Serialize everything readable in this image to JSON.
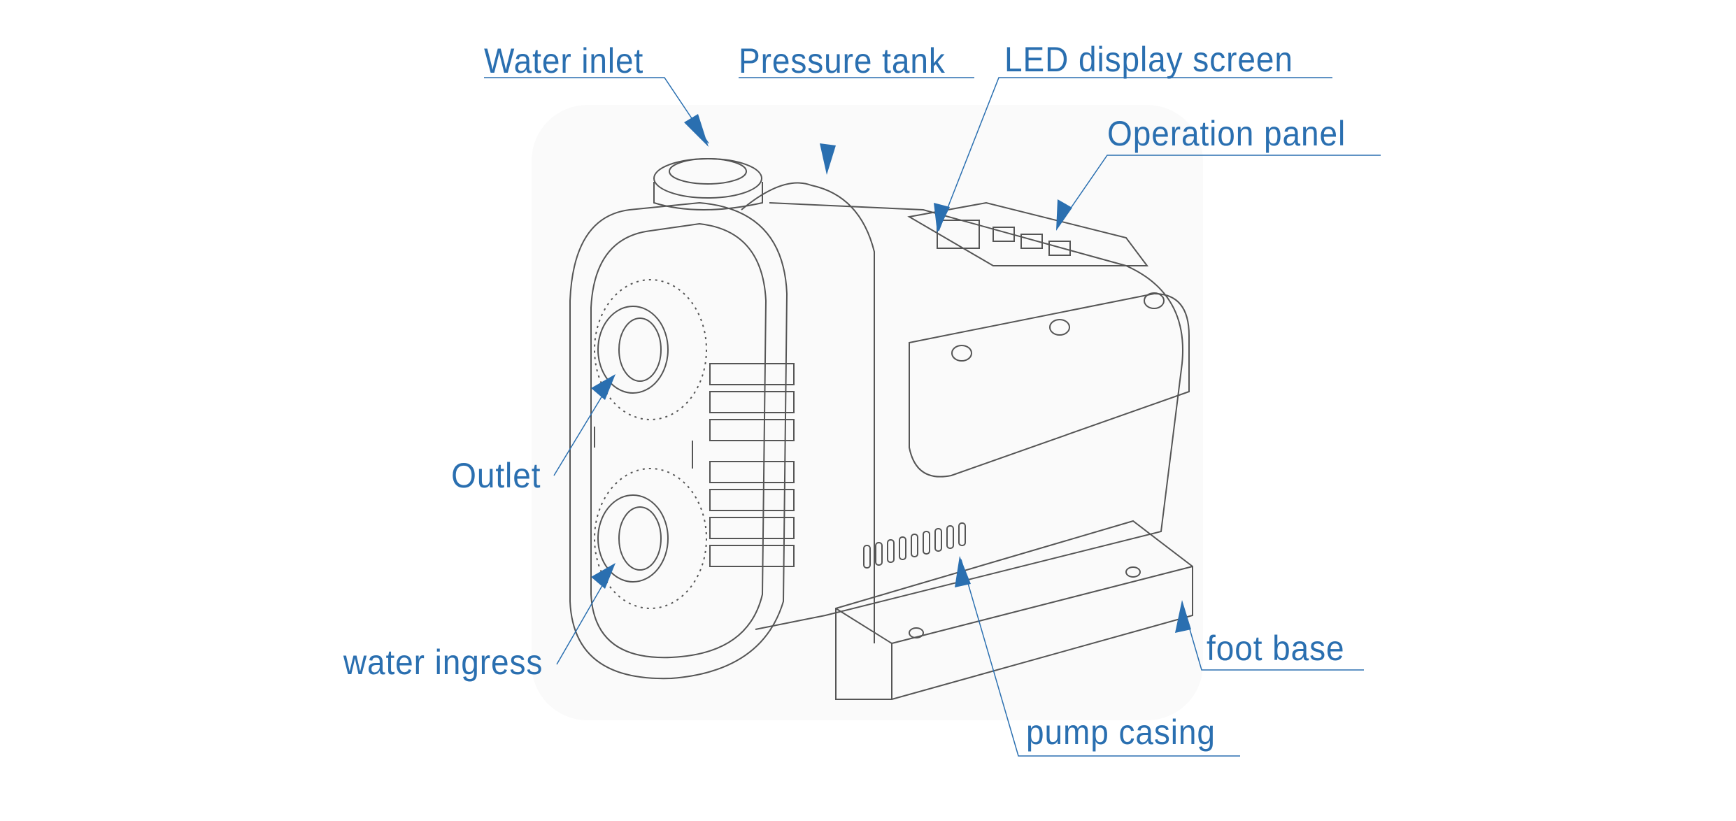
{
  "labels": {
    "water_inlet": "Water inlet",
    "pressure_tank": "Pressure tank",
    "led_display": "LED display screen",
    "operation_panel": "Operation panel",
    "outlet": "Outlet",
    "water_ingress": "water ingress",
    "foot_base": "foot base",
    "pump_casing": "pump casing"
  },
  "colors": {
    "label": "#2a6fb0",
    "drawing": "#555555"
  }
}
